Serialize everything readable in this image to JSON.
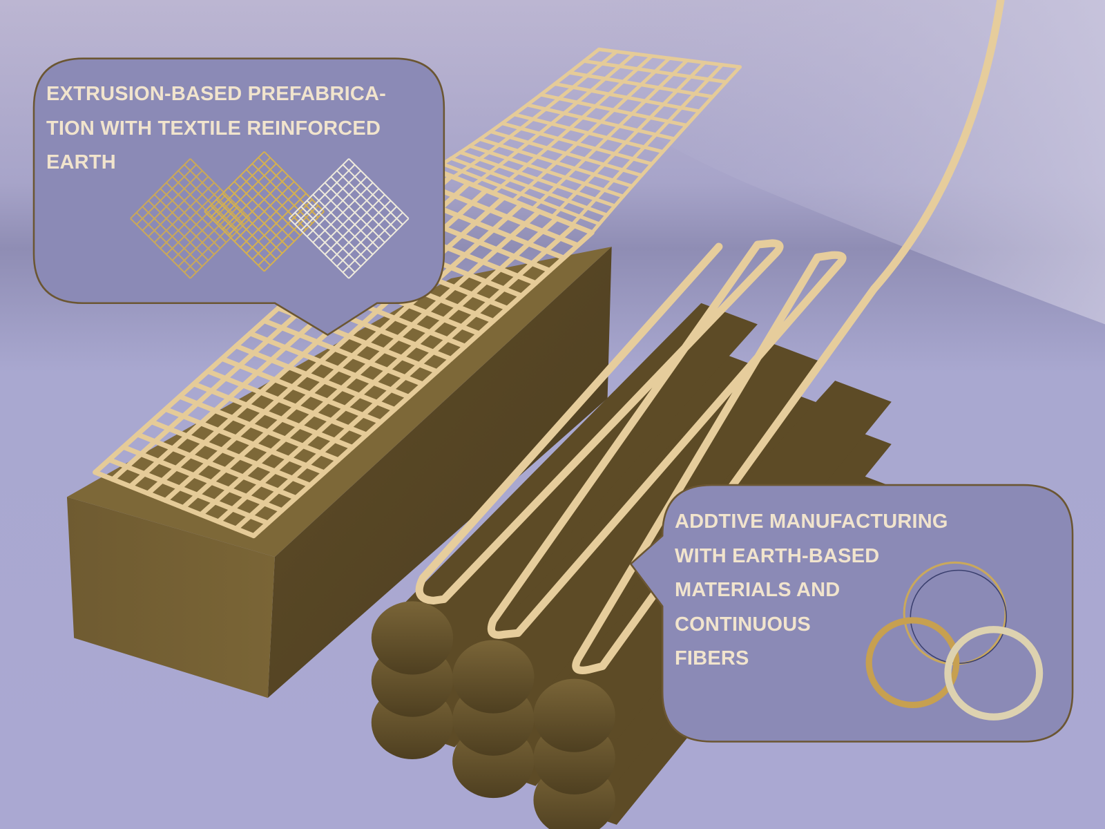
{
  "callouts": [
    {
      "lines": [
        "EXTRUSION-BASED PREFABRICA-",
        "TION WITH TEXTILE REINFORCED",
        "EARTH"
      ],
      "inset": "textile-mesh-samples"
    },
    {
      "lines": [
        "ADDTIVE MANUFACTURING",
        "WITH EARTH-BASED",
        "MATERIALS AND",
        "CONTINUOUS",
        "FIBERS"
      ],
      "inset": "fiber-rope-coils"
    }
  ],
  "colors": {
    "background": "#a9a7cc",
    "callout_fill": "#8b8ab6",
    "callout_border": "#6b5632",
    "text": "#f1e4cd",
    "earth": "#6e5a30",
    "fiber": "#e3c99a"
  }
}
